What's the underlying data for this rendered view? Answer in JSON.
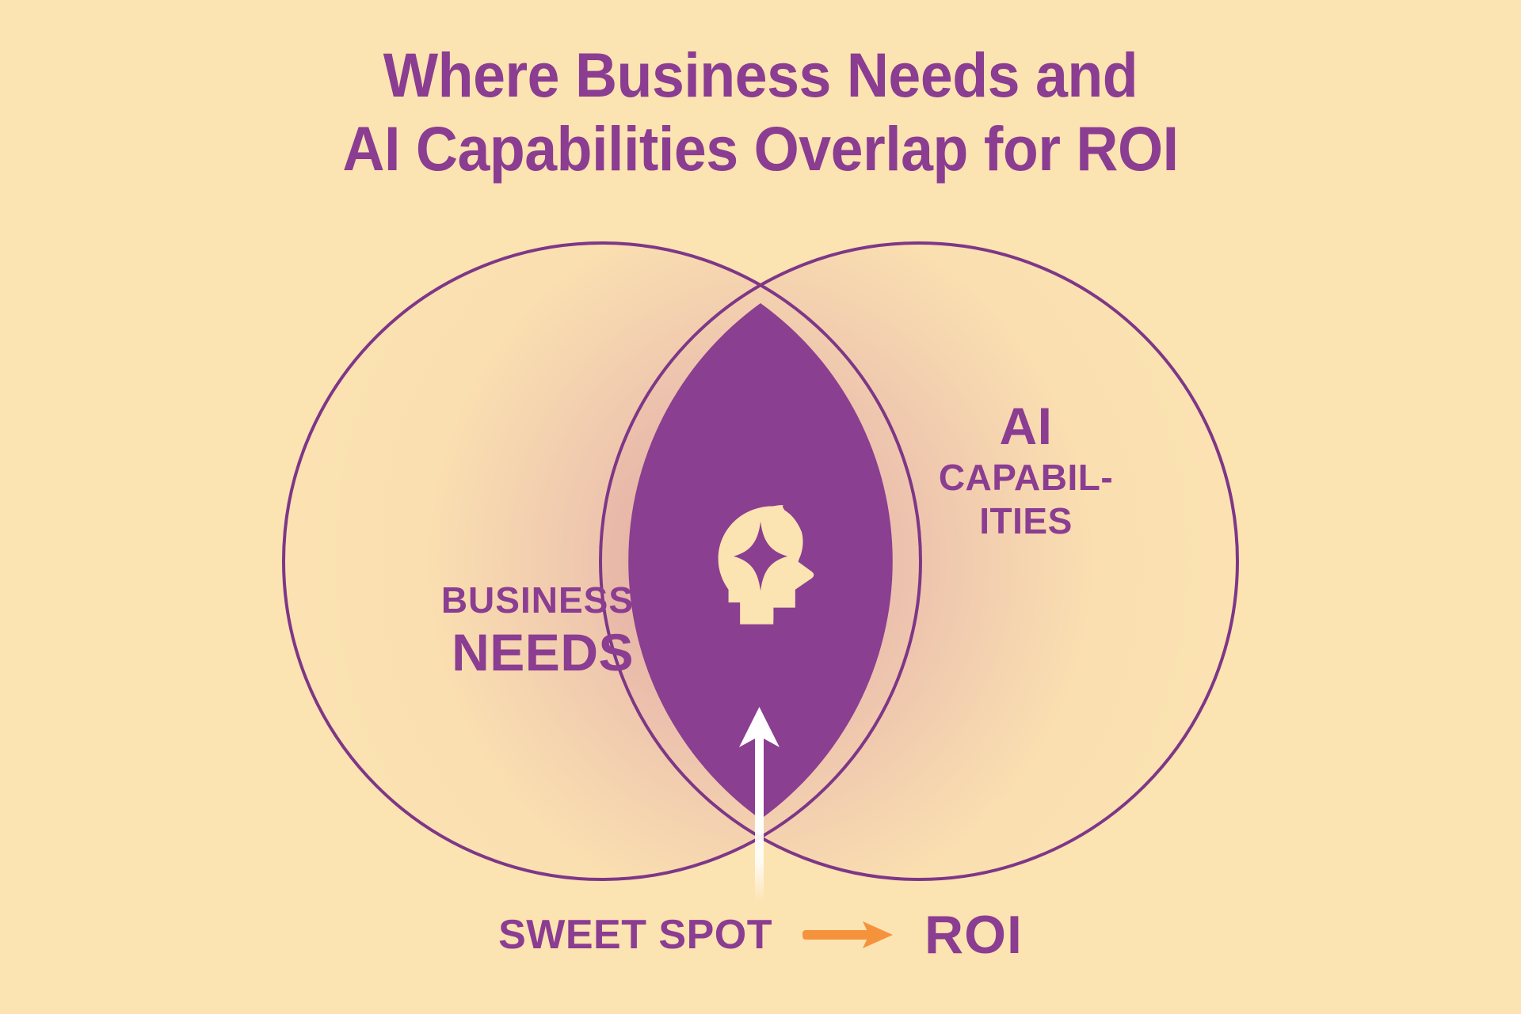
{
  "title": {
    "line1": "Where Business Needs and",
    "line2": "AI Capabilities Overlap for ROI"
  },
  "venn": {
    "left_circle": {
      "label_small": "BUSINESS",
      "label_big": "NEEDS"
    },
    "right_circle": {
      "label_big": "AI",
      "label_small_line1": "CAPABIL-",
      "label_small_line2": "ITIES"
    },
    "overlap": {
      "icon": "head-with-sparkle-icon"
    }
  },
  "callout": {
    "sweet_spot_label": "SWEET SPOT",
    "arrow_icon": "arrow-right-icon",
    "roi_label": "ROI"
  },
  "colors": {
    "background": "#FCE3B2",
    "purple": "#8A3D91",
    "purple_fill": "#8A3F90",
    "cream": "#FCE3B2",
    "orange_accent": "#F5933D",
    "pink_glow": "#E5B1AC",
    "white_arrow": "#FFFFFF"
  }
}
